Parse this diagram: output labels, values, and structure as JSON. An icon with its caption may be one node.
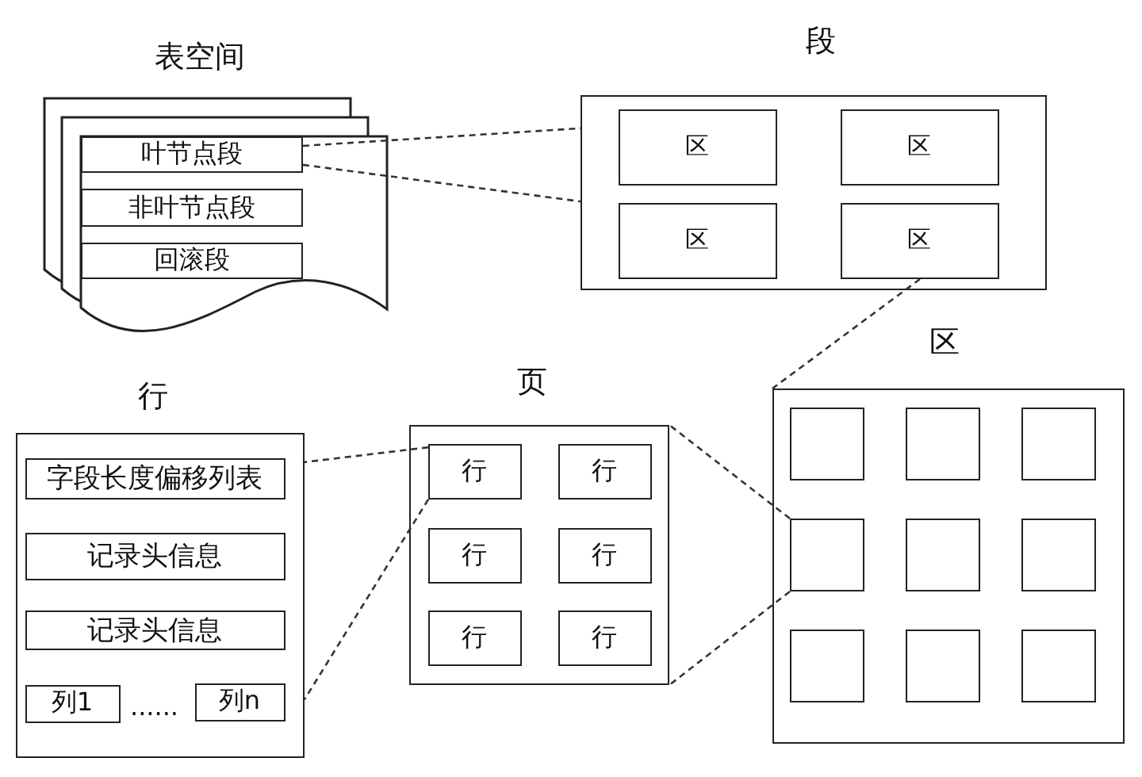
{
  "diagram": {
    "nodes": [
      {
        "text": [
          "表空间"
        ]
      },
      {
        "text": [
          "叶节点段"
        ],
        "in": 0
      },
      {
        "text": [
          "非叶节点段"
        ],
        "in": 0
      },
      {
        "text": [
          "回滚段"
        ],
        "in": 0
      },
      {
        "text": [
          "段"
        ]
      },
      {
        "text": [
          "区"
        ],
        "in": 4
      },
      {
        "text": [
          "区"
        ],
        "in": 4
      },
      {
        "text": [
          "区"
        ],
        "in": 4
      },
      {
        "text": [
          "区"
        ],
        "in": 4
      },
      {
        "text": [
          "行"
        ]
      },
      {
        "text": [
          "字段长度偏移列表"
        ],
        "in": 9
      },
      {
        "text": [
          "记录头信息"
        ],
        "in": 9
      },
      {
        "text": [
          "记录头信息"
        ],
        "in": 9
      },
      {
        "text": [
          "列1"
        ],
        "in": 9
      },
      {
        "text": [
          "列n"
        ],
        "in": 9
      },
      {
        "text": [
          "页"
        ]
      },
      {
        "text": [
          "行"
        ],
        "in": 15
      },
      {
        "text": [
          "行"
        ],
        "in": 15
      },
      {
        "text": [
          "行"
        ],
        "in": 15
      },
      {
        "text": [
          "行"
        ],
        "in": 15
      },
      {
        "text": [
          "行"
        ],
        "in": 15
      },
      {
        "text": [
          "行"
        ],
        "in": 15
      },
      {
        "text": [
          "区"
        ]
      },
      {
        "text": [],
        "shape": "box",
        "in": 22
      },
      {
        "text": [],
        "shape": "box",
        "in": 22
      },
      {
        "text": [],
        "shape": "box",
        "in": 22
      },
      {
        "text": [],
        "shape": "box",
        "in": 22
      },
      {
        "text": [],
        "shape": "box",
        "in": 22
      },
      {
        "text": [],
        "shape": "box",
        "in": 22
      },
      {
        "text": [],
        "shape": "box",
        "in": 22
      },
      {
        "text": [],
        "shape": "box",
        "in": 22
      },
      {
        "text": [],
        "shape": "box",
        "in": 22
      }
    ],
    "edges": [
      {
        "from": 1,
        "to": 4,
        "arrow": "none",
        "style": "dashed"
      },
      {
        "from": 1,
        "to": 4,
        "arrow": "none",
        "style": "dashed"
      },
      {
        "from": 8,
        "to": 22,
        "arrow": "none",
        "style": "dashed"
      },
      {
        "from": 26,
        "to": 15,
        "arrow": "none",
        "style": "dashed"
      },
      {
        "from": 26,
        "to": 15,
        "arrow": "none",
        "style": "dashed"
      },
      {
        "from": 16,
        "to": 9,
        "arrow": "none",
        "style": "dashed"
      },
      {
        "from": 16,
        "to": 9,
        "arrow": "none",
        "style": "dashed"
      }
    ],
    "labels": [
      "......"
    ]
  }
}
